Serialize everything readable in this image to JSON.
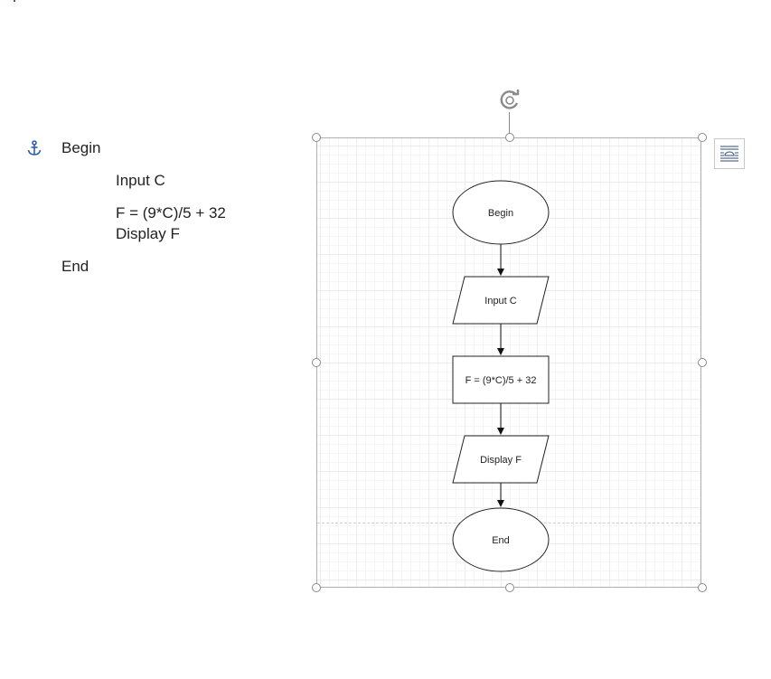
{
  "pseudocode": {
    "begin": "Begin",
    "input": "Input C",
    "formula": "F = (9*C)/5 + 32",
    "display": "Display F",
    "end": "End"
  },
  "flowchart": {
    "begin": "Begin",
    "input": "Input C",
    "process": "F = (9*C)/5 + 32",
    "output": "Display F",
    "end": "End"
  },
  "icons": {
    "anchor": "anchor-icon",
    "rotate": "rotate-handle-icon",
    "layout_options": "layout-options-icon"
  },
  "colors": {
    "anchor": "#2b5fb4",
    "handle_border": "#8a8a8a",
    "grid": "#ececec"
  }
}
